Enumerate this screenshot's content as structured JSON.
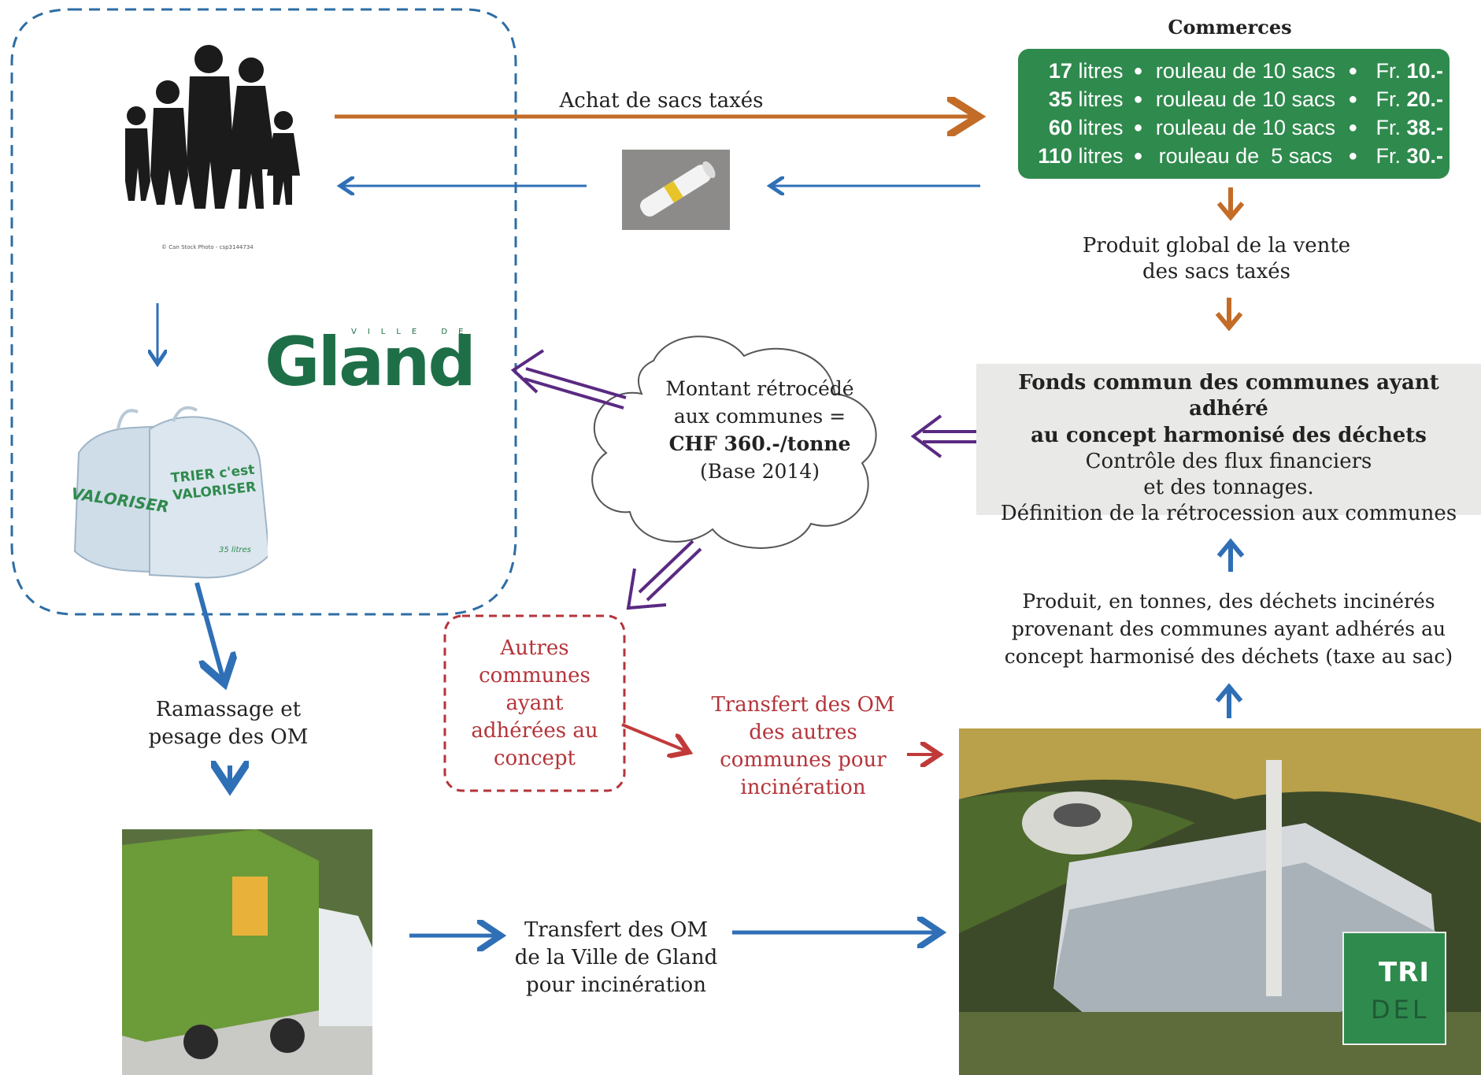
{
  "commerces": {
    "title": "Commerces",
    "rates": [
      {
        "qty": "17",
        "unit": "litres",
        "desc": "rouleau de 10 sacs",
        "cur": "Fr.",
        "price": "10.-"
      },
      {
        "qty": "35",
        "unit": "litres",
        "desc": "rouleau de 10 sacs",
        "cur": "Fr.",
        "price": "20.-"
      },
      {
        "qty": "60",
        "unit": "litres",
        "desc": "rouleau de 10 sacs",
        "cur": "Fr.",
        "price": "38.-"
      },
      {
        "qty": "110",
        "unit": "litres",
        "desc": "rouleau de  5 sacs",
        "cur": "Fr.",
        "price": "30.-"
      }
    ]
  },
  "flows": {
    "achat": "Achat de sacs taxés",
    "produit_global": [
      "Produit  global de la vente",
      "des sacs taxés"
    ],
    "montant": [
      "Montant rétrocédé",
      "aux communes  =",
      "CHF 360.-/tonne",
      "(Base 2014)"
    ],
    "fonds": [
      "Fonds commun des communes ayant adhéré",
      "au concept harmonisé des déchets",
      "Contrôle des flux financiers",
      "et des tonnages.",
      "Définition de la rétrocession aux communes"
    ],
    "produit_tonnes": [
      "Produit, en tonnes, des déchets incinérés",
      "provenant des communes ayant adhérés au",
      "concept harmonisé des déchets (taxe au sac)"
    ],
    "autres": [
      "Autres",
      "communes",
      "ayant",
      "adhérées au",
      "concept"
    ],
    "transfert_autres": [
      "Transfert des OM",
      "des autres",
      "communes pour",
      "incinération"
    ],
    "ramassage": [
      "Ramassage et",
      "pesage des OM"
    ],
    "transfert_gland": [
      "Transfert des OM",
      "de la Ville de Gland",
      "pour incinération"
    ]
  },
  "logos": {
    "gland_ville": "VILLE DE",
    "gland": "Gland",
    "tridel_top": "TRI",
    "tridel_bottom": "DEL"
  },
  "images": {
    "photo_credit": "© Can Stock Photo - csp3144734",
    "bag_text_left": "VALORISER",
    "bag_text_right": "TRIER c'est VALORISER",
    "bag_size": "35 litres"
  },
  "colors": {
    "orange_arrow": "#c36c28",
    "blue_arrow": "#2f6fb6",
    "purple_arrow": "#5a2a82",
    "red_arrow": "#c13a3a",
    "dashed_blue": "#2e6da4",
    "dashed_red": "#b4343a",
    "green": "#2f8a4d"
  }
}
